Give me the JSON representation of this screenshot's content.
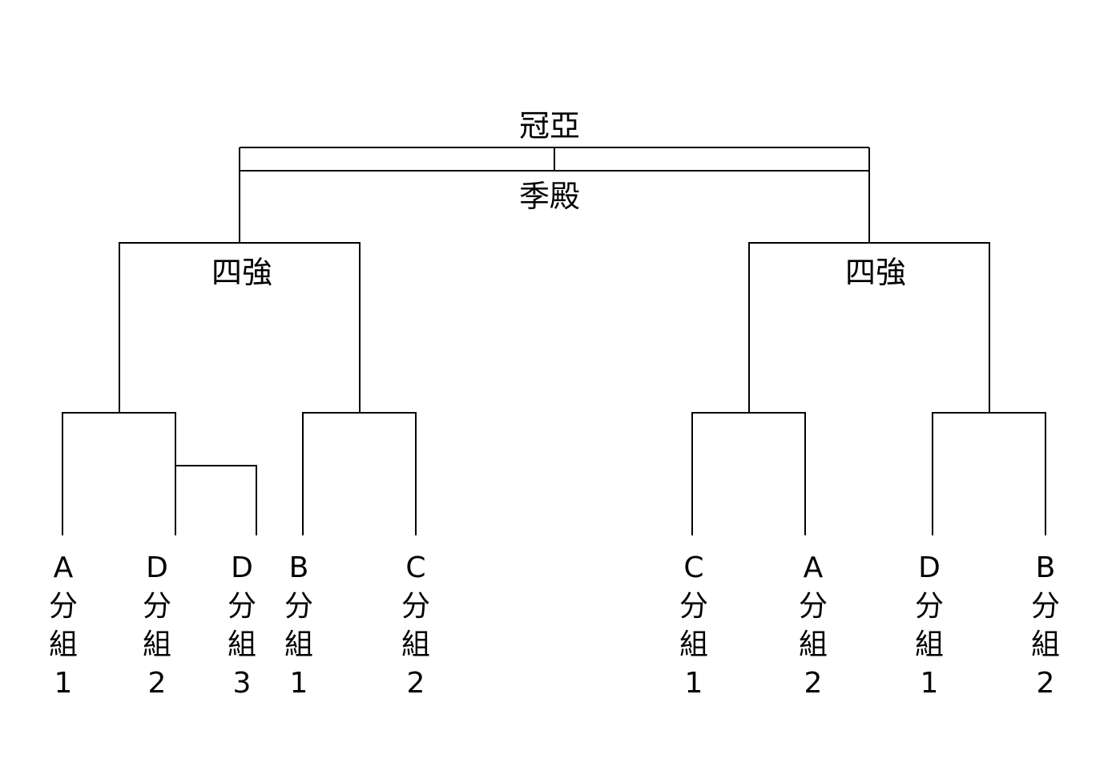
{
  "rounds": {
    "final": "冠亞",
    "third_place": "季殿",
    "semifinal_left": "四強",
    "semifinal_right": "四強"
  },
  "teams": [
    [
      "A",
      "分",
      "組",
      "1"
    ],
    [
      "D",
      "分",
      "組",
      "2"
    ],
    [
      "D",
      "分",
      "組",
      "3"
    ],
    [
      "B",
      "分",
      "組",
      "1"
    ],
    [
      "C",
      "分",
      "組",
      "2"
    ],
    [
      "C",
      "分",
      "組",
      "1"
    ],
    [
      "A",
      "分",
      "組",
      "2"
    ],
    [
      "D",
      "分",
      "組",
      "1"
    ],
    [
      "B",
      "分",
      "組",
      "2"
    ]
  ]
}
